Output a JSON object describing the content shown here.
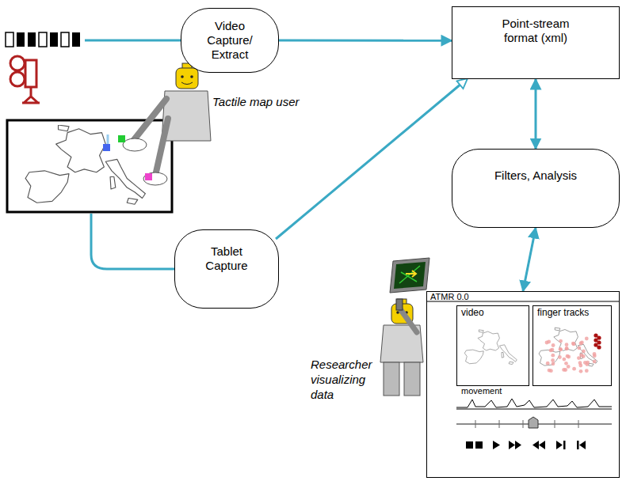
{
  "diagram": {
    "nodes": [
      {
        "text": [
          "Video Capture/ Extract"
        ]
      },
      {
        "text": [
          "Point-stream format (xml)"
        ]
      },
      {
        "text": [
          "Filters, Analysis"
        ]
      },
      {
        "text": [
          "Tablet Capture"
        ]
      },
      {
        "text": [
          "ATMR 0.0"
        ]
      },
      {
        "text": [
          "video"
        ],
        "in": 4
      },
      {
        "text": [
          "finger tracks"
        ],
        "in": 4
      }
    ],
    "edges": [
      {
        "from": 0,
        "to": 1,
        "arrow": "to"
      },
      {
        "from": 3,
        "to": 1,
        "arrow": "to"
      },
      {
        "from": 1,
        "to": 2,
        "arrow": "both"
      },
      {
        "from": 2,
        "to": 4,
        "arrow": "both"
      }
    ],
    "labels": [
      "Tactile map user",
      "movement",
      "Researcher visualizing data"
    ]
  }
}
